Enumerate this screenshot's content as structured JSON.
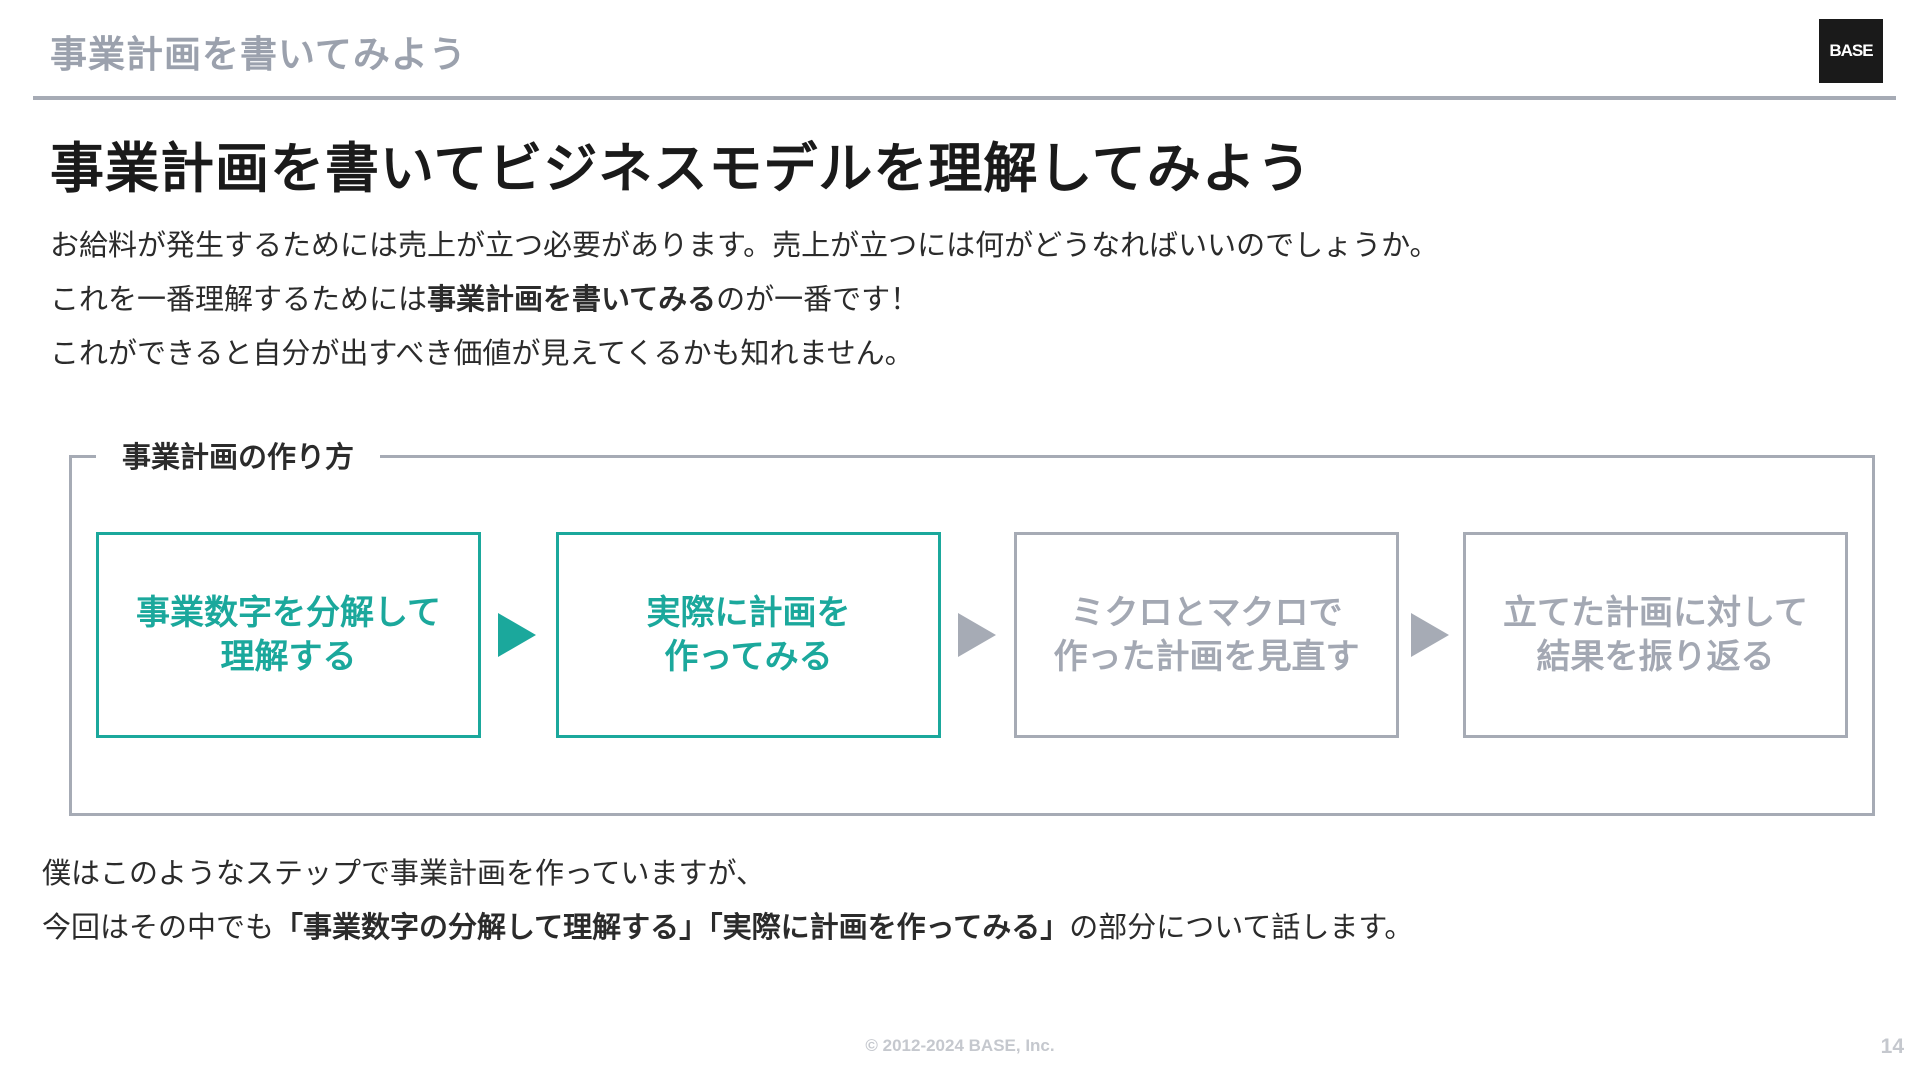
{
  "header": {
    "title": "事業計画を書いてみよう",
    "logo_text": "BASE"
  },
  "main_title": "事業計画を書いてビジネスモデルを理解してみよう",
  "intro": {
    "line1": "お給料が発生するためには売上が立つ必要があります。売上が立つには何がどうなればいいのでしょうか。",
    "line2_pre": "これを一番理解するためには",
    "line2_bold": "事業計画を書いてみる",
    "line2_post": "のが一番です！",
    "line3": "これができると自分が出すべき価値が見えてくるかも知れません。"
  },
  "process": {
    "label": "事業計画の作り方",
    "steps": [
      {
        "line1": "事業数字を分解して",
        "line2": "理解する",
        "highlighted": true
      },
      {
        "line1": "実際に計画を",
        "line2": "作ってみる",
        "highlighted": true
      },
      {
        "line1": "ミクロとマクロで",
        "line2": "作った計画を見直す",
        "highlighted": false
      },
      {
        "line1": "立てた計画に対して",
        "line2": "結果を振り返る",
        "highlighted": false
      }
    ],
    "colors": {
      "accent": "#1ba89c",
      "muted": "#a6abb5"
    }
  },
  "closing": {
    "line1": "僕はこのようなステップで事業計画を作っていますが、",
    "line2_pre": "今回はその中でも",
    "line2_bold": "「事業数字の分解して理解する」「実際に計画を作ってみる」",
    "line2_post": "の部分について話します。"
  },
  "footer": {
    "copyright": "© 2012-2024 BASE, Inc.",
    "page_number": "14"
  }
}
